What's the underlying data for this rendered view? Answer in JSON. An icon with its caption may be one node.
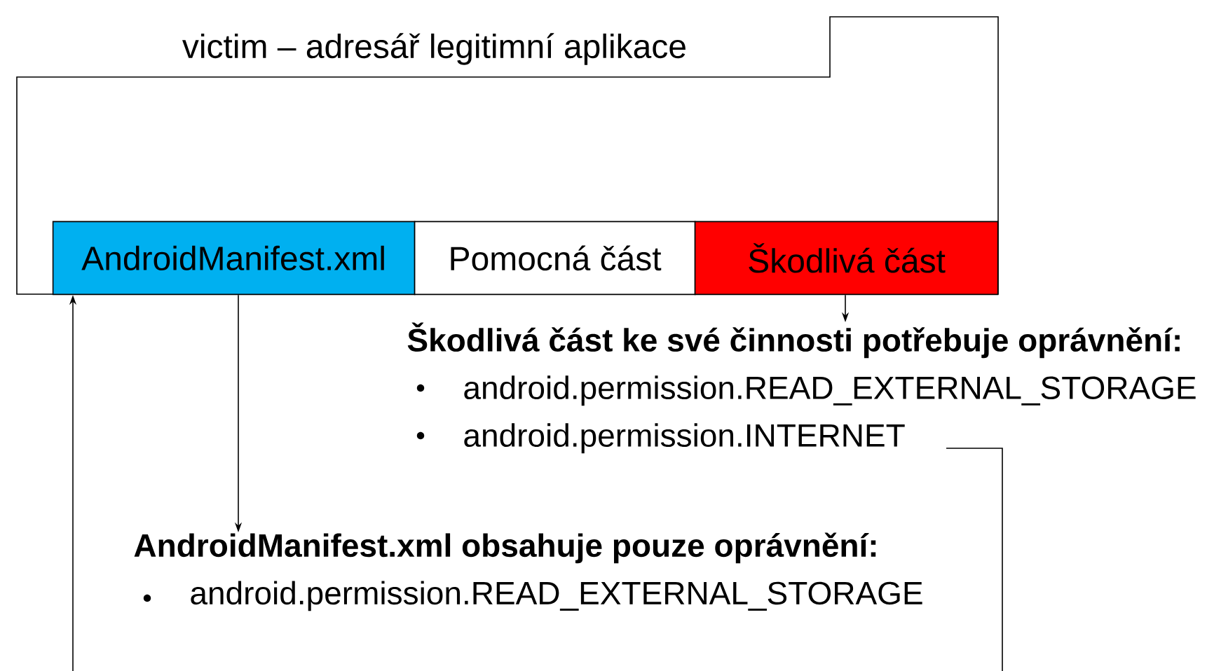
{
  "diagram": {
    "nodes": [
      {
        "text": [
          "victim – adresář legitimní aplikace"
        ]
      },
      {
        "text": [
          "AndroidManifest.xml"
        ],
        "in": 0
      },
      {
        "text": [
          "Pomocná část"
        ],
        "in": 0
      },
      {
        "text": [
          "Škodlivá část"
        ],
        "in": 0
      },
      {
        "text": [
          "Škodlivá část ke své činnosti potřebuje oprávnění:",
          "android.permission.READ_EXTERNAL_STORAGE",
          "android.permission.INTERNET"
        ]
      },
      {
        "text": [
          "AndroidManifest.xml obsahuje pouze oprávnění:",
          "android.permission.READ_EXTERNAL_STORAGE"
        ]
      }
    ],
    "edges": [
      {
        "from": 3,
        "to": 4,
        "arrow": "to"
      },
      {
        "from": 1,
        "to": 5,
        "arrow": "to"
      },
      {
        "from": 4,
        "to": null,
        "arrow": "none"
      },
      {
        "from": null,
        "to": 1,
        "arrow": "to"
      }
    ]
  }
}
